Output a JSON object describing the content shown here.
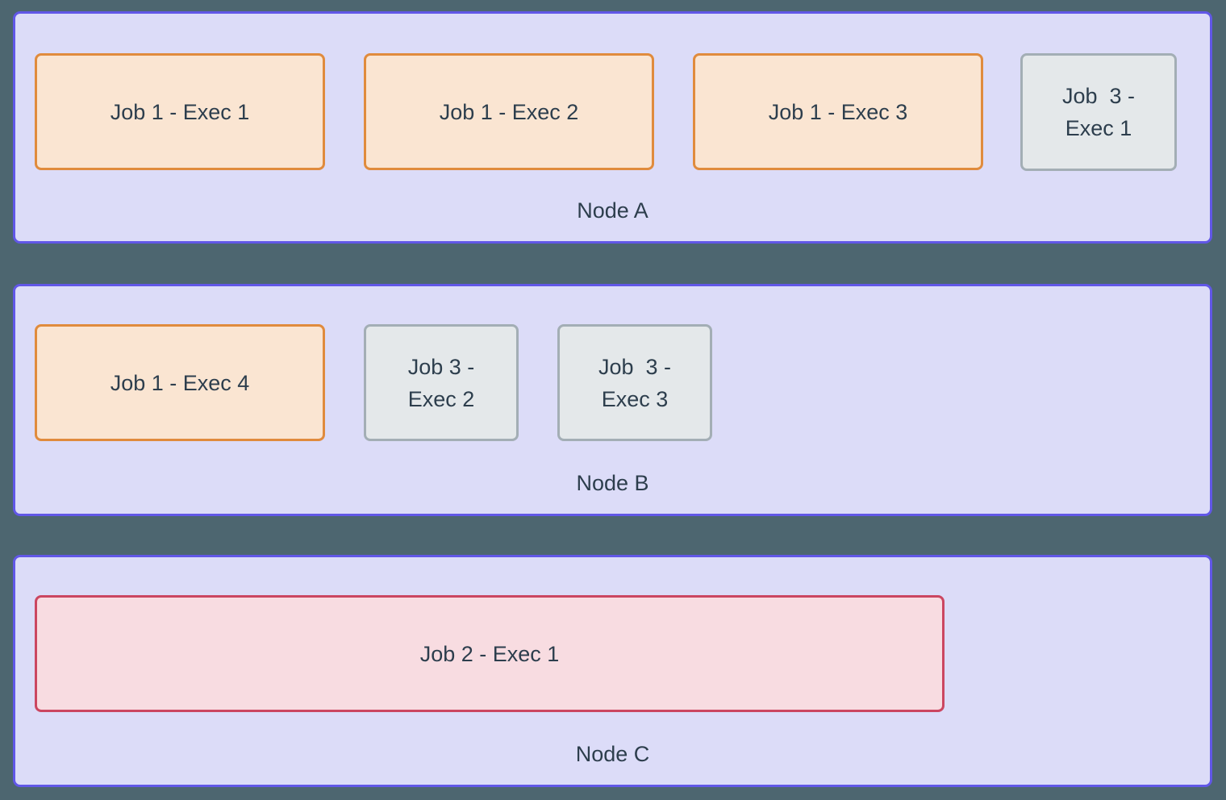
{
  "diagram": {
    "type": "cluster-job-executor-diagram",
    "nodes": [
      {
        "label": "Node A",
        "executors": [
          {
            "label": "Job 1 - Exec 1",
            "job": "Job 1"
          },
          {
            "label": "Job 1 - Exec 2",
            "job": "Job 1"
          },
          {
            "label": "Job 1 - Exec 3",
            "job": "Job 1"
          },
          {
            "label": "Job  3 -\nExec 1",
            "job": "Job 3"
          }
        ]
      },
      {
        "label": "Node B",
        "executors": [
          {
            "label": "Job 1 - Exec 4",
            "job": "Job 1"
          },
          {
            "label": "Job 3 -\nExec 2",
            "job": "Job 3"
          },
          {
            "label": "Job  3 -\nExec 3",
            "job": "Job 3"
          }
        ]
      },
      {
        "label": "Node C",
        "executors": [
          {
            "label": "Job 2 - Exec 1",
            "job": "Job 2"
          }
        ]
      }
    ]
  },
  "colors": {
    "page_background": "#4d6670",
    "node_fill": "#dcdcf8",
    "node_border": "#6157e7",
    "job1_fill": "#fae5d2",
    "job1_border": "#e08b3d",
    "job2_fill": "#f8dce1",
    "job2_border": "#cb4661",
    "job3_fill": "#e4e8ea",
    "job3_border": "#a3aeb5",
    "text": "#2d3e4d"
  }
}
